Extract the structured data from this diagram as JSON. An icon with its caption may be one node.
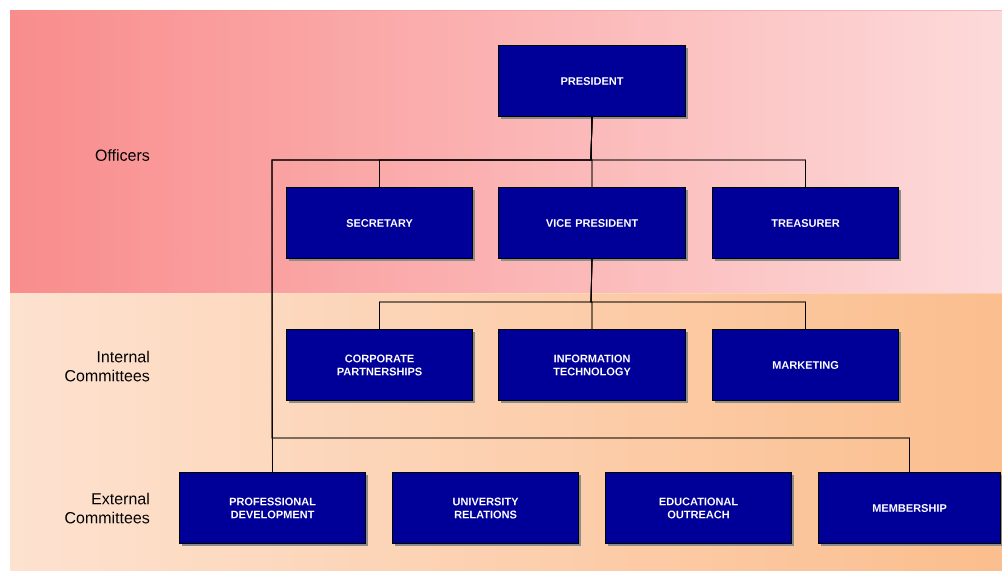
{
  "diagram": {
    "nodes": [
      {
        "text": [
          "Officers"
        ]
      },
      {
        "text": [
          "PRESIDENT"
        ],
        "in": 0
      },
      {
        "text": [
          "SECRETARY"
        ],
        "in": 0
      },
      {
        "text": [
          "VICE PRESIDENT"
        ],
        "in": 0
      },
      {
        "text": [
          "TREASURER"
        ],
        "in": 0
      },
      {
        "text": [
          "Internal Committees",
          "External Committees"
        ]
      },
      {
        "text": [
          "CORPORATE PARTNERSHIPS"
        ],
        "in": 5
      },
      {
        "text": [
          "INFORMATION TECHNOLOGY"
        ],
        "in": 5
      },
      {
        "text": [
          "MARKETING"
        ],
        "in": 5
      },
      {
        "text": [
          "PROFESSIONAL DEVELOPMENT"
        ],
        "in": 5
      },
      {
        "text": [
          "UNIVERSITY RELATIONS"
        ],
        "in": 5
      },
      {
        "text": [
          "EDUCATIONAL OUTREACH"
        ],
        "in": 5
      },
      {
        "text": [
          "MEMBERSHIP"
        ],
        "in": 5
      }
    ],
    "edges": [
      {
        "from": 1,
        "to": 2,
        "arrow": "none"
      },
      {
        "from": 1,
        "to": 3,
        "arrow": "none"
      },
      {
        "from": 1,
        "to": 4,
        "arrow": "none"
      },
      {
        "from": 1,
        "to": 9,
        "arrow": "none"
      },
      {
        "from": 1,
        "to": 12,
        "arrow": "none"
      },
      {
        "from": 3,
        "to": 6,
        "arrow": "none"
      },
      {
        "from": 3,
        "to": 7,
        "arrow": "none"
      },
      {
        "from": 3,
        "to": 8,
        "arrow": "none"
      }
    ]
  }
}
